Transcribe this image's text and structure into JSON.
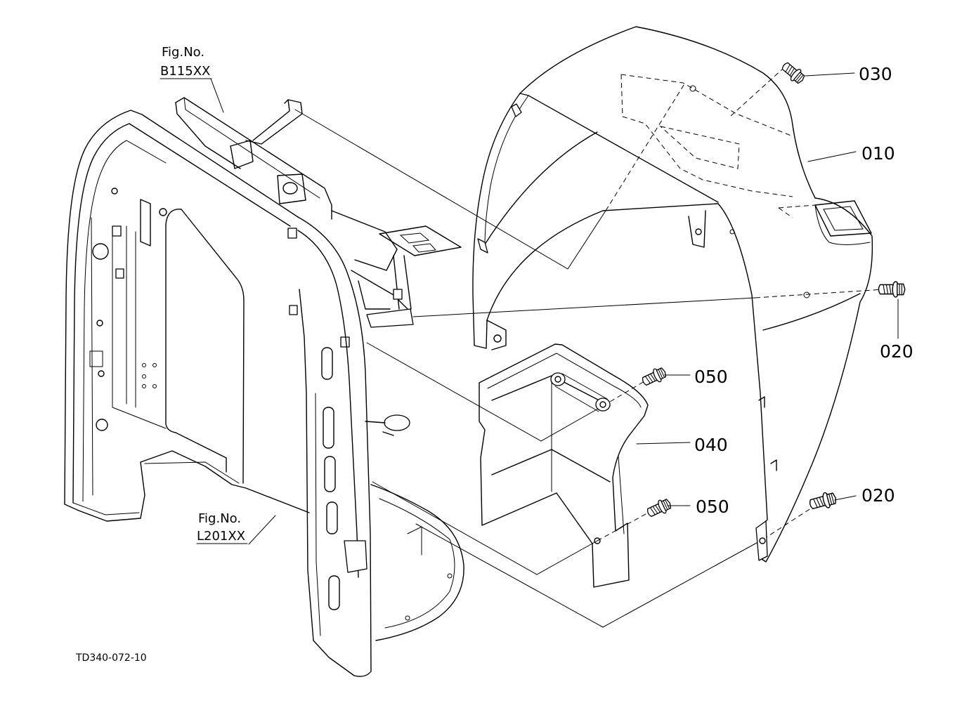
{
  "colors": {
    "line": "#000000",
    "background": "#ffffff"
  },
  "reference_figures": [
    {
      "caption": "Fig.No.",
      "number": "B115XX"
    },
    {
      "caption": "Fig.No.",
      "number": "L201XX"
    }
  ],
  "part_callouts": [
    "030",
    "010",
    "020",
    "050",
    "040",
    "050",
    "020"
  ],
  "drawing_number": "TD340-072-10"
}
